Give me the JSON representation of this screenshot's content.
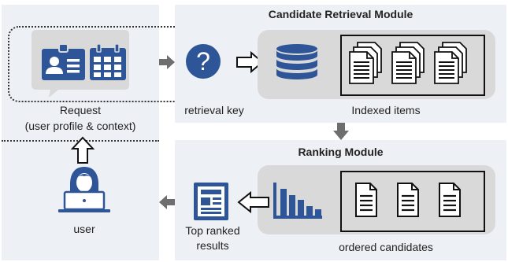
{
  "retrieval": {
    "title": "Candidate Retrieval Module",
    "indexed_label": "Indexed items"
  },
  "ranking": {
    "title": "Ranking Module",
    "ordered_label": "ordered candidates"
  },
  "request": {
    "label_line1": "Request",
    "label_line2": "(user profile & context)"
  },
  "retrieval_key": {
    "label": "retrieval  key",
    "symbol": "?"
  },
  "user": {
    "label": "user"
  },
  "top_results": {
    "label_line1": "Top ranked",
    "label_line2": "results"
  },
  "colors": {
    "panel_bg": "#edf0f5",
    "inner_bg": "#d9d9d9",
    "icon_blue": "#2e5597",
    "gray_arrow": "#6e6e6e"
  }
}
